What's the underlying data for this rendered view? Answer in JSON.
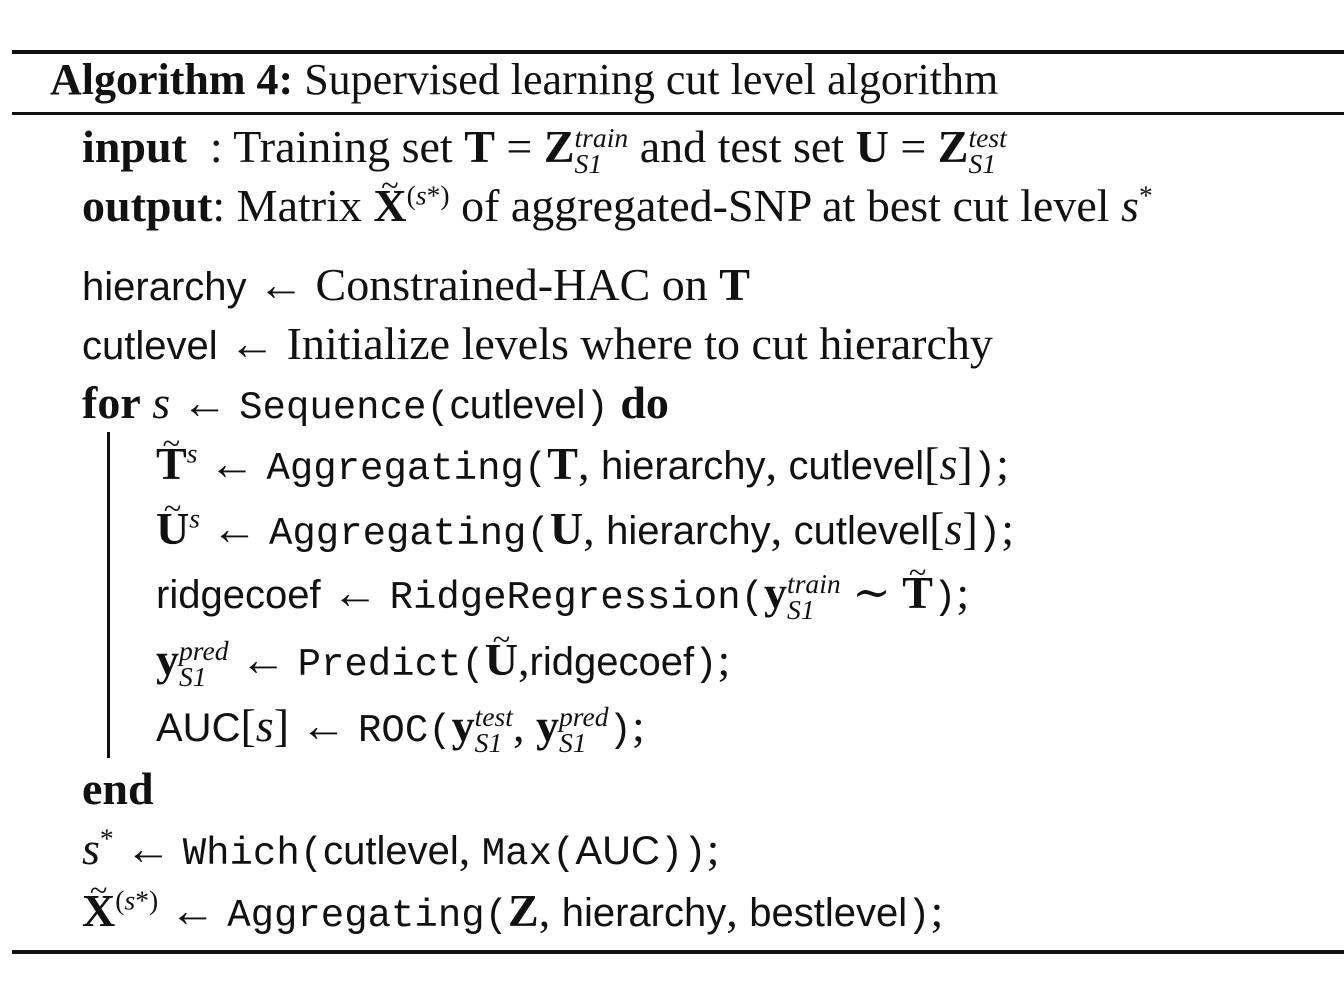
{
  "algorithm": {
    "label": "Algorithm 4:",
    "title": "Supervised learning cut level algorithm",
    "input_kw": "input",
    "output_kw": "output",
    "input_text": ": Training set",
    "input_and": "and test set",
    "output_text": ": Matrix",
    "output_rest": "of aggregated-SNP at best cut level",
    "vars": {
      "hierarchy": "hierarchy",
      "cutlevel": "cutlevel",
      "ridgecoef": "ridgecoef",
      "auc": "AUC",
      "bestlevel": "bestlevel"
    },
    "funcs": {
      "hac": "Constrained-HAC on",
      "init": "Initialize levels where to cut hierarchy",
      "sequence": "Sequence",
      "aggregating": "Aggregating",
      "ridge": "RidgeRegression",
      "predict": "Predict",
      "roc": "ROC",
      "which": "Which",
      "max": "Max"
    },
    "kw": {
      "for": "for",
      "do": "do",
      "end": "end"
    }
  }
}
